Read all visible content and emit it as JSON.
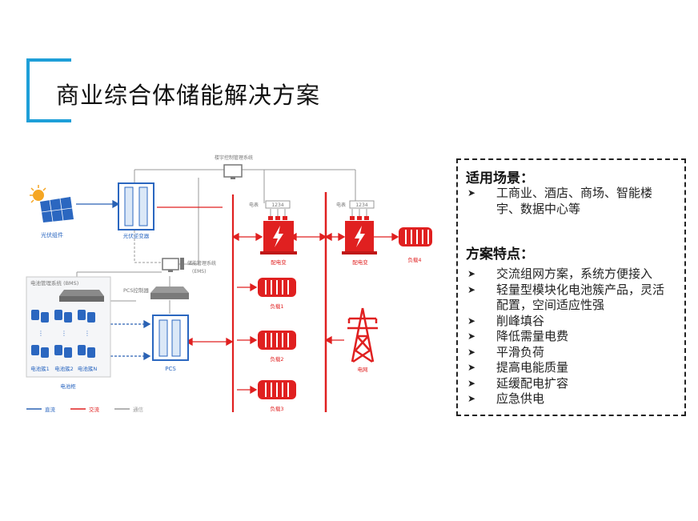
{
  "page": {
    "title": "商业综合体储能解决方案",
    "accent_color": "#1e9fd8"
  },
  "diagram": {
    "labels": {
      "pv_module": "光伏组件",
      "pv_inverter": "光伏逆变器",
      "building_control": "楼宇控制管理系统",
      "ems": "储能管理系统",
      "ems_sub": "(EMS)",
      "bms": "电池管理系统 (BMS)",
      "pcs_controller": "PCS控制器",
      "pcs": "PCS",
      "cabinet": "电池柜",
      "cluster_1": "电池簇1",
      "cluster_2": "电池簇2",
      "cluster_n": "电池簇N",
      "meter_1": "电表",
      "meter_2": "电表",
      "meter_value_1": "1234",
      "meter_value_2": "1234",
      "transformer_1": "配电变",
      "transformer_2": "配电变",
      "load_1": "负载1",
      "load_2": "负载2",
      "load_3": "负载3",
      "load_4": "负载4",
      "grid": "电网"
    },
    "legend": {
      "dc": "直流",
      "ac": "交流",
      "comm": "通信"
    },
    "colors": {
      "dc": "#2a62b4",
      "ac": "#e02020",
      "comm": "#9a9a9a",
      "battery": "#2b67c0"
    }
  },
  "panel": {
    "section1_title": "适用场景：",
    "section1_items": [
      "工商业、酒店、商场、智能楼宇、数据中心等"
    ],
    "section2_title": "方案特点：",
    "section2_items": [
      "交流组网方案，系统方便接入",
      "轻量型模块化电池簇产品，灵活配置，空间适应性强",
      "削峰填谷",
      "降低需量电费",
      "平滑负荷",
      "提高电能质量",
      "延缓配电扩容",
      "应急供电"
    ],
    "bullet_icon": "arrow-bullet-icon"
  }
}
